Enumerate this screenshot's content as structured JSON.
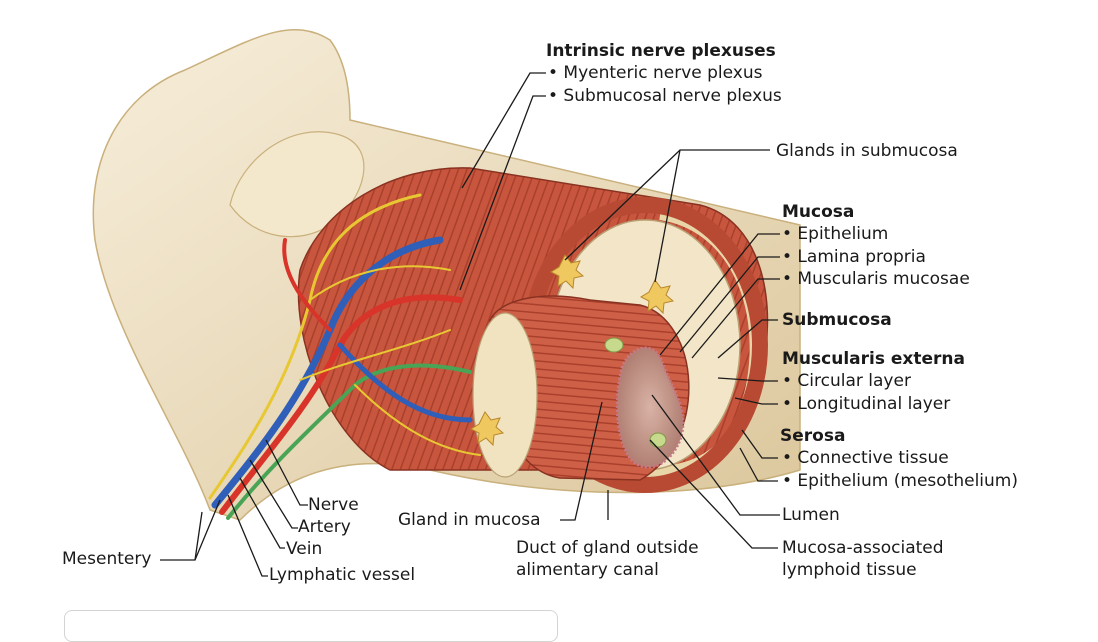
{
  "labels": {
    "intrinsic_title": "Intrinsic nerve plexuses",
    "myenteric": "• Myenteric nerve plexus",
    "submucosal_plexus": "• Submucosal nerve plexus",
    "glands_submucosa": "Glands in submucosa",
    "mucosa_title": "Mucosa",
    "epithelium": "• Epithelium",
    "lamina_propria": "• Lamina propria",
    "muscularis_mucosae": "• Muscularis mucosae",
    "submucosa_title": "Submucosa",
    "muscularis_externa_title": "Muscularis externa",
    "circular_layer": "• Circular layer",
    "longitudinal_layer": "• Longitudinal layer",
    "serosa_title": "Serosa",
    "connective_tissue": "• Connective tissue",
    "epithelium_mesothelium": "• Epithelium (mesothelium)",
    "lumen": "Lumen",
    "malt_line1": "Mucosa-associated",
    "malt_line2": "lymphoid tissue",
    "duct_line1": "Duct of gland outside",
    "duct_line2": "alimentary canal",
    "gland_mucosa": "Gland in mucosa",
    "nerve": "Nerve",
    "artery": "Artery",
    "vein": "Vein",
    "lymphatic": "Lymphatic vessel",
    "mesentery": "Mesentery"
  },
  "colors": {
    "muscle": "#c8553d",
    "muscle_dark": "#9c3a26",
    "mesentery": "#efe1c0",
    "submucosa": "#f3e6c8",
    "nerve": "#e8c832",
    "artery": "#d8342a",
    "vein": "#2f5fb8",
    "lymph": "#4aa455",
    "lumen": "#c89a8c",
    "leader": "#1a1a1a"
  }
}
